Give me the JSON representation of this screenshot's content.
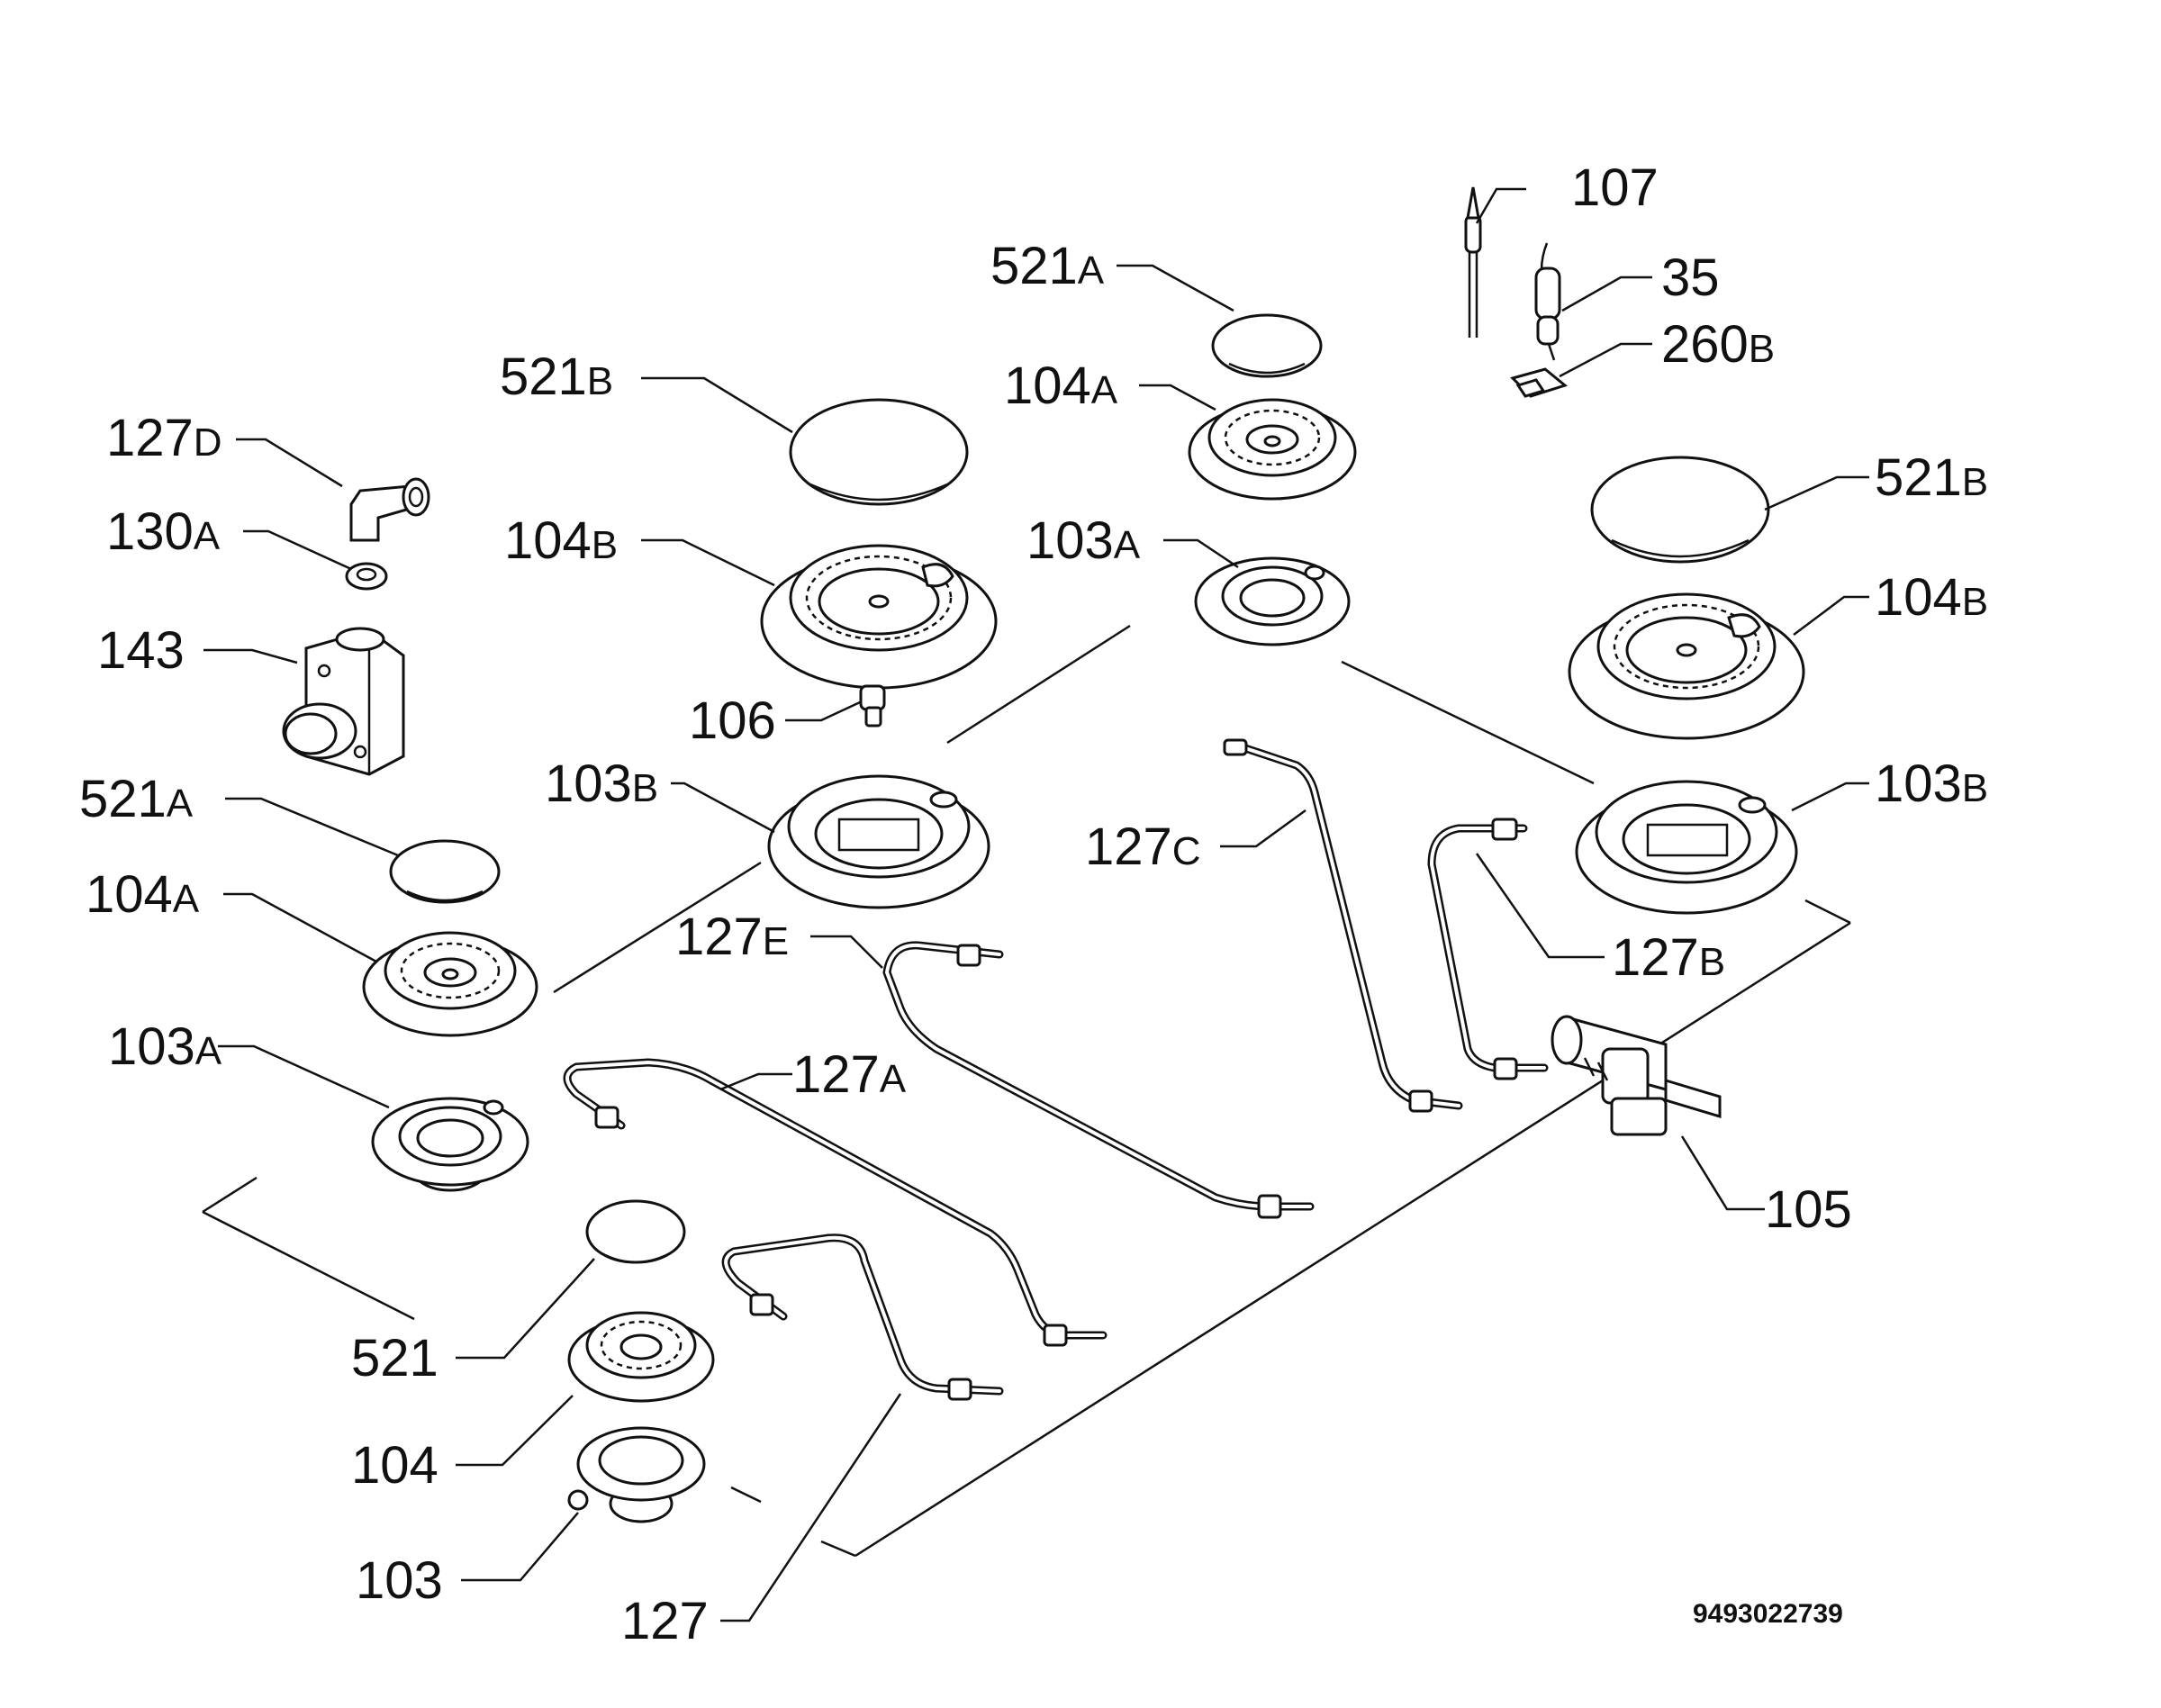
{
  "labels": [
    {
      "id": "l107",
      "num": "107",
      "suffix": ""
    },
    {
      "id": "l521a_top",
      "num": "521",
      "suffix": "A"
    },
    {
      "id": "l35",
      "num": "35",
      "suffix": ""
    },
    {
      "id": "l260b",
      "num": "260",
      "suffix": "B"
    },
    {
      "id": "l521b_left",
      "num": "521",
      "suffix": "B"
    },
    {
      "id": "l104a_top",
      "num": "104",
      "suffix": "A"
    },
    {
      "id": "l127d",
      "num": "127",
      "suffix": "D"
    },
    {
      "id": "l521b_right",
      "num": "521",
      "suffix": "B"
    },
    {
      "id": "l130a",
      "num": "130",
      "suffix": "A"
    },
    {
      "id": "l104b_left",
      "num": "104",
      "suffix": "B"
    },
    {
      "id": "l103a_top",
      "num": "103",
      "suffix": "A"
    },
    {
      "id": "l104b_right",
      "num": "104",
      "suffix": "B"
    },
    {
      "id": "l143",
      "num": "143",
      "suffix": ""
    },
    {
      "id": "l106",
      "num": "106",
      "suffix": ""
    },
    {
      "id": "l103b_left",
      "num": "103",
      "suffix": "B"
    },
    {
      "id": "l103b_right",
      "num": "103",
      "suffix": "B"
    },
    {
      "id": "l521a_left",
      "num": "521",
      "suffix": "A"
    },
    {
      "id": "l127c",
      "num": "127",
      "suffix": "C"
    },
    {
      "id": "l104a_left",
      "num": "104",
      "suffix": "A"
    },
    {
      "id": "l127e",
      "num": "127",
      "suffix": "E"
    },
    {
      "id": "l127b",
      "num": "127",
      "suffix": "B"
    },
    {
      "id": "l103a_left",
      "num": "103",
      "suffix": "A"
    },
    {
      "id": "l127a",
      "num": "127",
      "suffix": "A"
    },
    {
      "id": "l105",
      "num": "105",
      "suffix": ""
    },
    {
      "id": "l521",
      "num": "521",
      "suffix": ""
    },
    {
      "id": "l104",
      "num": "104",
      "suffix": ""
    },
    {
      "id": "l103",
      "num": "103",
      "suffix": ""
    },
    {
      "id": "l127",
      "num": "127",
      "suffix": ""
    }
  ],
  "doc_number": "9493022739"
}
